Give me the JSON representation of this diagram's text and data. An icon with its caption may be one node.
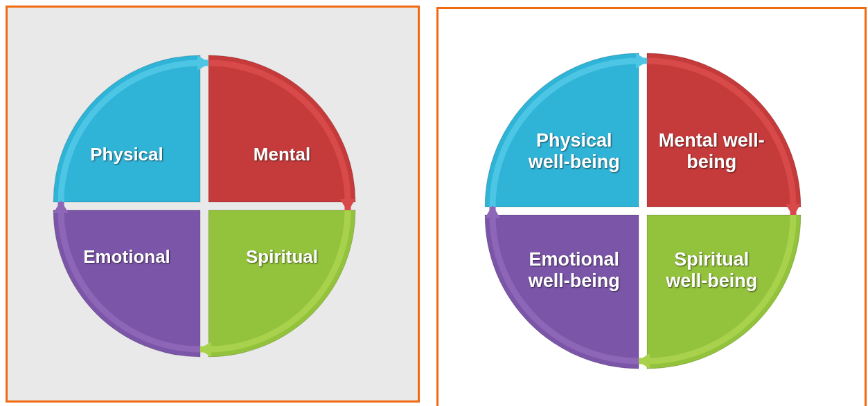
{
  "diagram": {
    "nodes": [
      {
        "text": [
          "Physical"
        ]
      },
      {
        "text": [
          "Mental"
        ]
      },
      {
        "text": [
          "Spiritual"
        ]
      },
      {
        "text": [
          "Emotional"
        ]
      },
      {
        "text": [
          "Physical well-being"
        ]
      },
      {
        "text": [
          "Mental well-being"
        ]
      },
      {
        "text": [
          "Spiritual well-being"
        ]
      },
      {
        "text": [
          "Emotional well-being"
        ]
      }
    ],
    "edges": [
      {
        "from": 0,
        "to": 1,
        "arrow": "to",
        "color": "#4cc6e4"
      },
      {
        "from": 1,
        "to": 2,
        "arrow": "to",
        "color": "#d84a4a"
      },
      {
        "from": 2,
        "to": 3,
        "arrow": "to",
        "color": "#a9d24c"
      },
      {
        "from": 3,
        "to": 0,
        "arrow": "to",
        "color": "#8e66b8"
      },
      {
        "from": 4,
        "to": 5,
        "arrow": "to",
        "color": "#4cc6e4"
      },
      {
        "from": 5,
        "to": 6,
        "arrow": "to",
        "color": "#d84a4a"
      },
      {
        "from": 6,
        "to": 7,
        "arrow": "to",
        "color": "#a9d24c"
      },
      {
        "from": 7,
        "to": 4,
        "arrow": "to",
        "color": "#8e66b8"
      }
    ]
  }
}
